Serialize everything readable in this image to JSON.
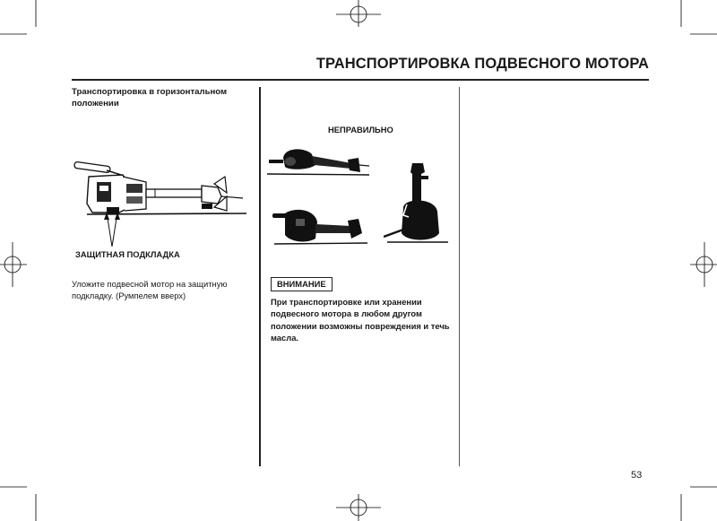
{
  "page": {
    "title": "ТРАНСПОРТИРОВКА ПОДВЕСНОГО МОТОРА",
    "page_number": "53"
  },
  "left_column": {
    "subheading": "Транспортировка в горизонтальном положении",
    "illustration_label": "ЗАЩИТНАЯ ПОДКЛАДКА",
    "body": "Уложите подвесной мотор на защитную подкладку. (Румпелем вверх)"
  },
  "middle_column": {
    "wrong_label": "НЕПРАВИЛЬНО",
    "warning_badge": "ВНИМАНИЕ",
    "warning_text": "При транспортировке или хранении подвесного мотора в любом другом положении возможны повреждения и течь масла."
  }
}
